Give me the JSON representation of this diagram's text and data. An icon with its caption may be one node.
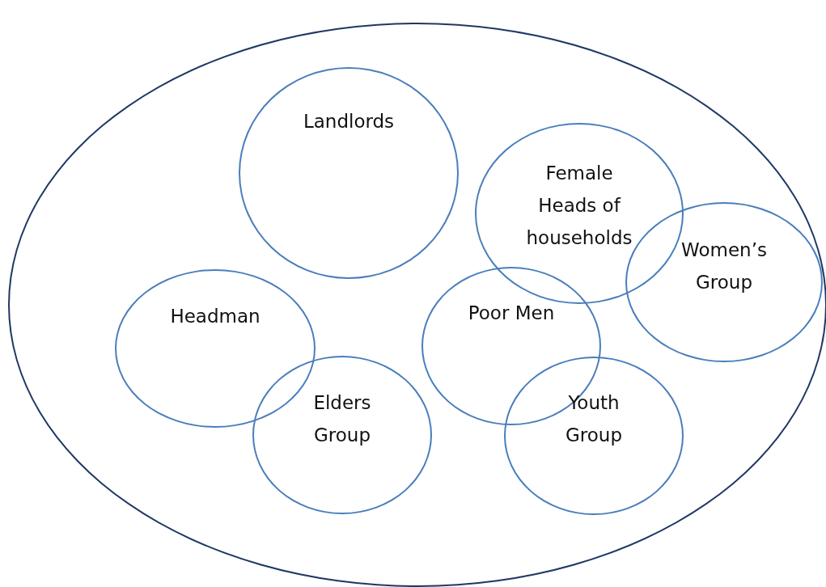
{
  "diagram": {
    "nodes": [
      {
        "text": [],
        "shape": "ellipse"
      },
      {
        "text": [
          "Landlords"
        ],
        "in": 0
      },
      {
        "text": [
          "Female Heads of households"
        ],
        "in": 0
      },
      {
        "text": [
          "Women’s Group"
        ],
        "in": 0
      },
      {
        "text": [
          "Headman"
        ],
        "in": 0
      },
      {
        "text": [
          "Poor Men"
        ],
        "in": 0
      },
      {
        "text": [
          "Elders Group"
        ],
        "in": 0
      },
      {
        "text": [
          "Youth Group"
        ],
        "in": 0
      }
    ],
    "edges": []
  }
}
